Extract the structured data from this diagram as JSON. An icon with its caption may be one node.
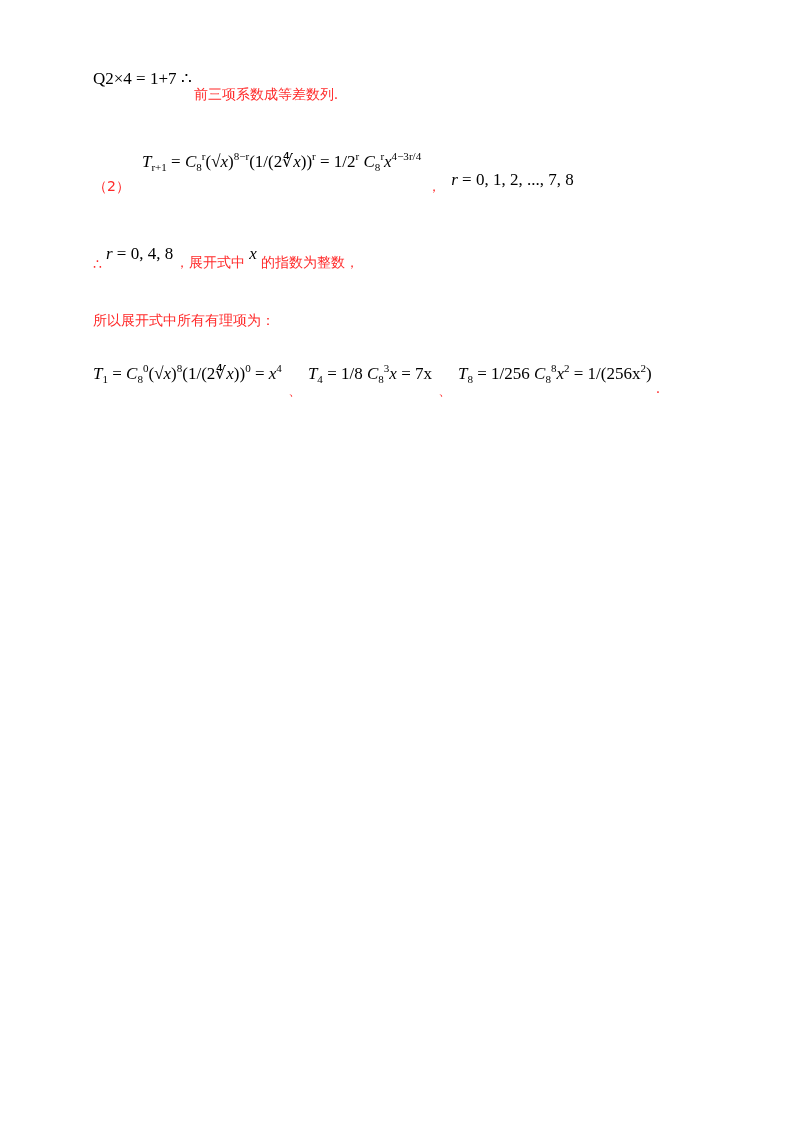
{
  "diagram": {
    "labels": [
      "Q2×4 = 1+7 ∴",
      "前三项系数成等差数列.",
      "（2）",
      "*T*$_{r+1}$ = *C*$_{8}$$^{r}$(√*x*)$^{8−r}$(1/(2∜*x*))$^{r}$ = 1/2$^{r}$ *C*$_{8}$$^{r}$*x*$^{4−3r/4}$",
      "，",
      "*r* = 0, 1, 2, ..., 7, 8",
      "∴",
      "*r* = 0, 4, 8",
      "，展开式中",
      "*x*",
      "的指数为整数，",
      "所以展开式中所有有理项为：",
      "*T*$_{1}$ = *C*$_{8}$$^{0}$(√*x*)$^{8}$(1/(2∜*x*))$^{0}$ = *x*$^{4}$",
      "、",
      "*T*$_{4}$ = 1/8 *C*$_{8}$$^{3}$*x* = 7x",
      "、",
      "*T*$_{8}$ = 1/256 *C*$_{8}$$^{8}$*x*$^{2}$ = 1/(256x$^{2}$)",
      "."
    ]
  }
}
